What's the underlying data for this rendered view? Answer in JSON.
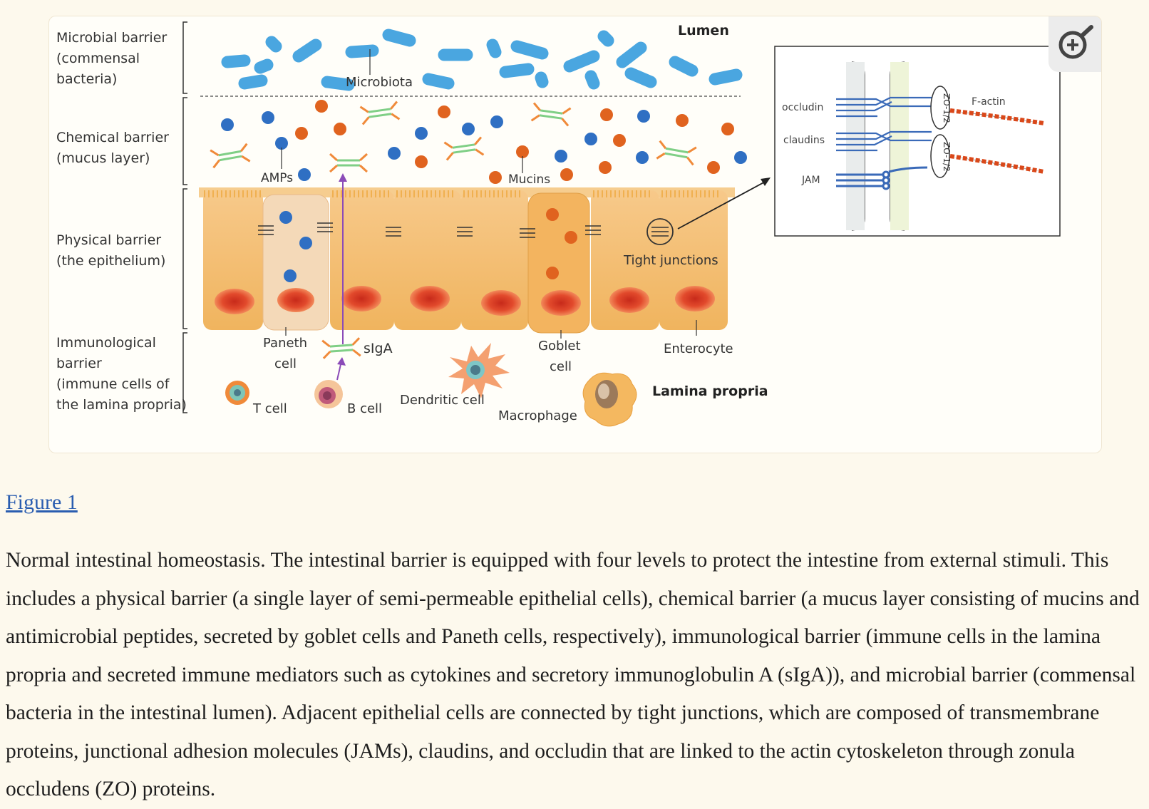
{
  "figure": {
    "layer_labels": [
      {
        "line1": "Microbial barrier",
        "line2": "(commensal",
        "line3": "bacteria)"
      },
      {
        "line1": "Chemical barrier",
        "line2": "(mucus layer)"
      },
      {
        "line1": "Physical barrier",
        "line2": "(the epithelium)"
      },
      {
        "line1": "Immunological",
        "line2": "barrier",
        "line3": "(immune cells of",
        "line4": "the lamina propria)"
      }
    ],
    "region_labels": {
      "lumen": "Lumen",
      "lamina_propria": "Lamina propria"
    },
    "callouts": {
      "microbiota": "Microbiota",
      "amps": "AMPs",
      "mucins": "Mucins",
      "tight_junctions": "Tight junctions",
      "paneth_line1": "Paneth",
      "paneth_line2": "cell",
      "siga": "sIgA",
      "goblet_line1": "Goblet",
      "goblet_line2": "cell",
      "enterocyte": "Enterocyte",
      "t_cell": "T cell",
      "b_cell": "B cell",
      "dendritic_cell": "Dendritic cell",
      "macrophage": "Macrophage"
    },
    "inset": {
      "occludin": "occludin",
      "claudins": "claudins",
      "jam": "JAM",
      "zo_top": "ZO-1/2",
      "zo_bottom": "ZO-1/2",
      "f_actin": "F-actin"
    },
    "colors": {
      "bacteria": "#4aa6e0",
      "amp_blue": "#2f6fc3",
      "mucin_orange": "#e0631f",
      "epithelium": "#f4c680",
      "nucleus": "#e2452a",
      "antibody_green": "#8ccf8a",
      "antibody_orange": "#f08a3a"
    },
    "zoom_icon": "zoom-in-icon"
  },
  "figure_link": "Figure 1",
  "caption": "Normal intestinal homeostasis. The intestinal barrier is equipped with four levels to protect the intestine from external stimuli. This includes a physical barrier (a single layer of semi-permeable epithelial cells), chemical barrier (a mucus layer consisting of mucins and antimicrobial peptides, secreted by goblet cells and Paneth cells, respectively), immunological barrier (immune cells in the lamina propria and secreted immune mediators such as cytokines and secretory immunoglobulin A (sIgA)), and microbial barrier (commensal bacteria in the intestinal lumen). Adjacent epithelial cells are connected by tight junctions, which are composed of transmembrane proteins, junctional adhesion molecules (JAMs), claudins, and occludin that are linked to the actin cytoskeleton through zonula occludens (ZO) proteins."
}
